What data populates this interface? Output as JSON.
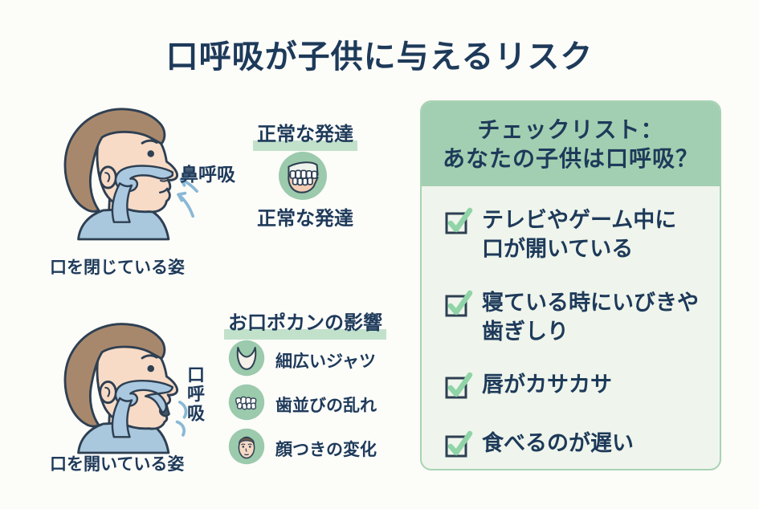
{
  "title": "口呼吸が子供に与えるリスク",
  "left": {
    "top": {
      "label": "鼻呼吸",
      "caption": "口を閉じている姿",
      "illustration": "child-profile-closed-mouth"
    },
    "bottom": {
      "label": "口呼吸",
      "caption": "口を開いている姿",
      "illustration": "child-profile-open-mouth"
    }
  },
  "middle": {
    "normal": {
      "heading": "正常な発達",
      "caption": "正常な発達",
      "icon": "jaw-profile-icon"
    },
    "effects": {
      "heading": "お口ポカンの影響",
      "items": [
        {
          "icon": "narrow-jaw-icon",
          "label": "細広いジャツ"
        },
        {
          "icon": "crooked-teeth-icon",
          "label": "歯並びの乱れ"
        },
        {
          "icon": "face-change-icon",
          "label": "顔つきの変化"
        }
      ]
    }
  },
  "checklist": {
    "title_line1": "チェックリスト：",
    "title_line2": "あなたの子供は口呼吸？",
    "checkbox_icon": "checkbox-checked-icon",
    "items": [
      "テレビやゲーム中に\n口が開いている",
      "寝ている時にいびきや\n歯ぎしり",
      "唇がカサカサ",
      "食べるのが遅い"
    ]
  },
  "colors": {
    "text_navy": "#1e3a5a",
    "panel_header_green": "#a2cfb1",
    "panel_body_green": "#eff5ec",
    "panel_border_green": "#a8d3b3",
    "underline_green": "#c2e1cb",
    "circle_green": "#9bcaac",
    "check_green": "#90d4a7",
    "skin": "#f7dbc6",
    "hair_brown": "#a8886c",
    "shirt_blue": "#a9c8dd",
    "airway_blue": "#aac9e0",
    "arrow_blue": "#8ab8d6"
  }
}
